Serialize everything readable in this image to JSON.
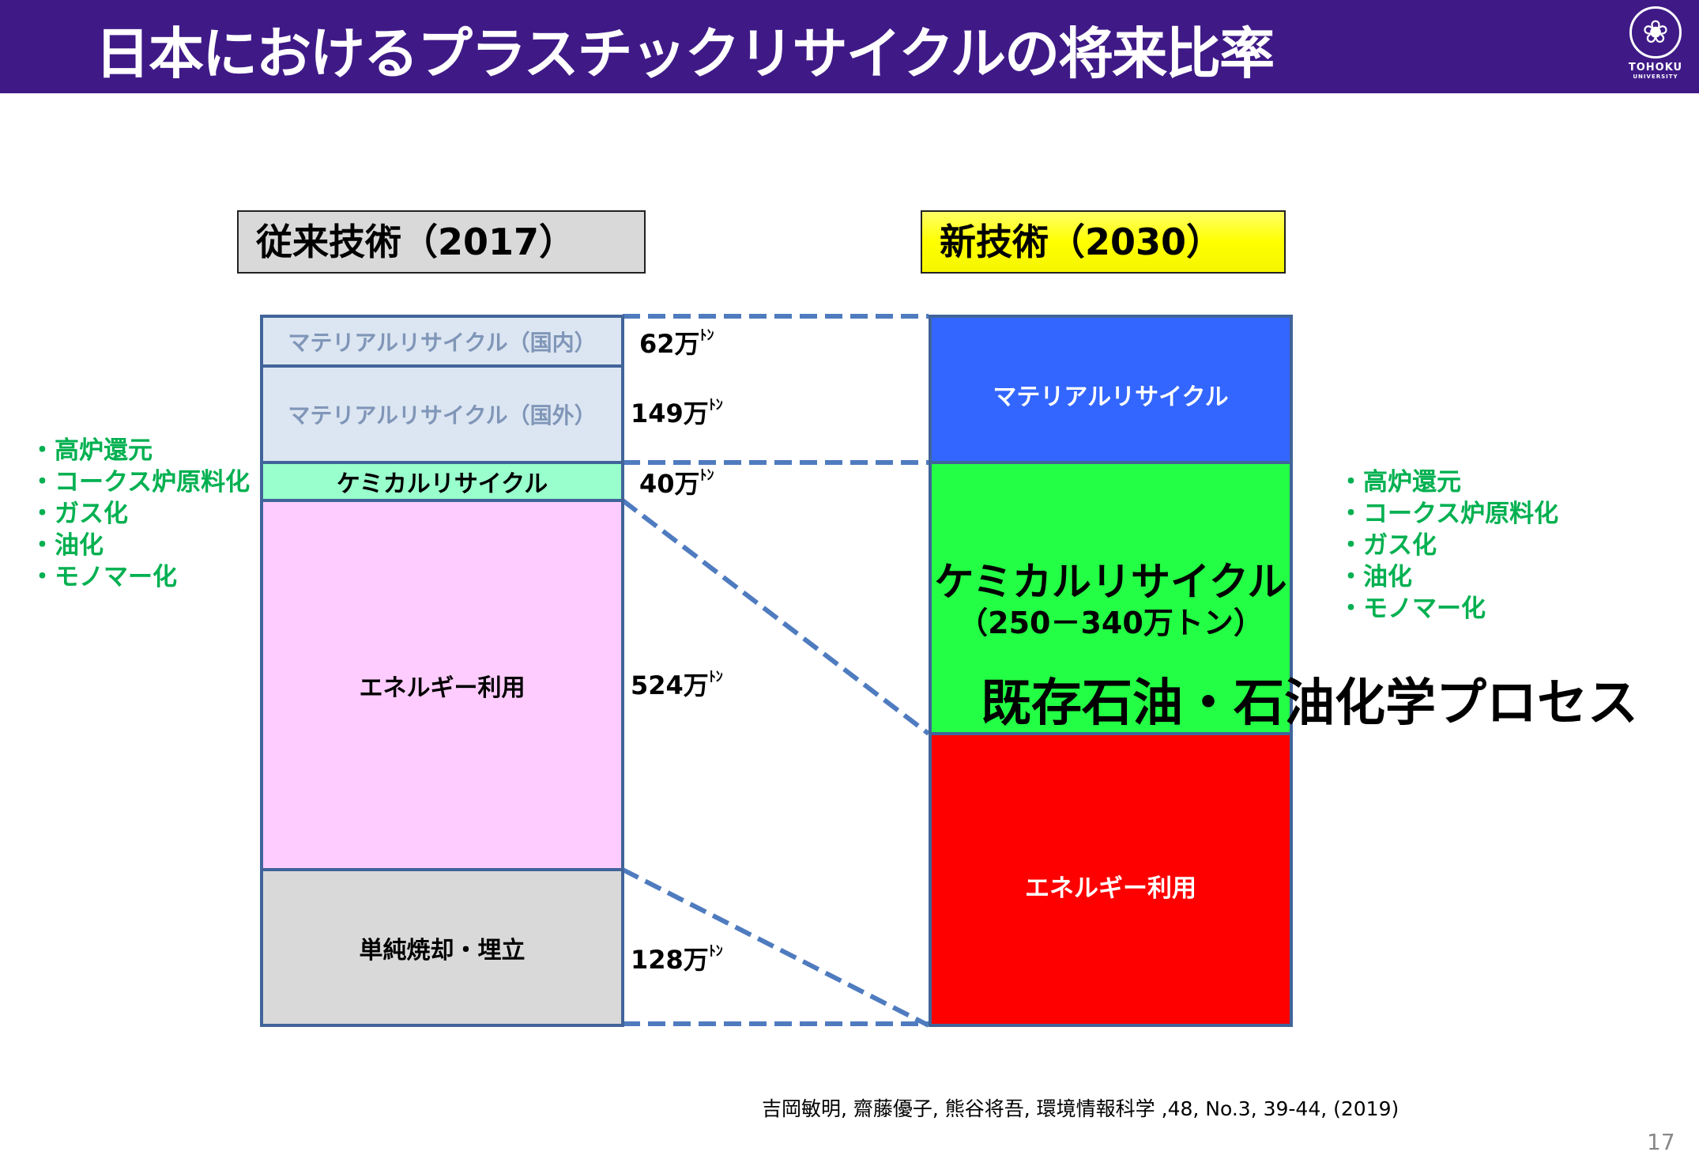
{
  "header": {
    "title": "日本におけるプラスチックリサイクルの将来比率",
    "logo_text": "TOHOKU",
    "logo_subtext": "UNIVERSITY"
  },
  "old": {
    "title": "従来技術（2017）",
    "segments": [
      {
        "label": "マテリアルリサイクル（国内）",
        "amount": "62万",
        "unit": "ﾄﾝ"
      },
      {
        "label": "マテリアルリサイクル（国外）",
        "amount": "149万",
        "unit": "ﾄﾝ"
      },
      {
        "label": "ケミカルリサイクル",
        "amount": "40万",
        "unit": "ﾄﾝ"
      },
      {
        "label": "エネルギー利用",
        "amount": "524万",
        "unit": "ﾄﾝ"
      },
      {
        "label": "単純焼却・埋立",
        "amount": "128万",
        "unit": "ﾄﾝ"
      }
    ]
  },
  "new": {
    "title": "新技術（2030）",
    "segments": [
      {
        "label": "マテリアルリサイクル"
      },
      {
        "label": "ケミカルリサイクル",
        "sub": "（250－340万トン）"
      },
      {
        "label": "エネルギー利用"
      }
    ]
  },
  "chemical_methods": [
    "・高炉還元",
    "・コークス炉原料化",
    "・ガス化",
    "・油化",
    "・モノマー化"
  ],
  "overlay_text": "既存石油・石油化学プロセス",
  "citation": "吉岡敏明, 齋藤優子, 熊谷将吾, 環境情報科学 ,48, No.3, 39-44, (2019)",
  "page_number": "17",
  "colors": {
    "header": "#3f1a87",
    "material_new": "#3366ff",
    "chemical_new": "#22ff44",
    "energy_new": "#ff0000",
    "method_text": "#00b050"
  }
}
